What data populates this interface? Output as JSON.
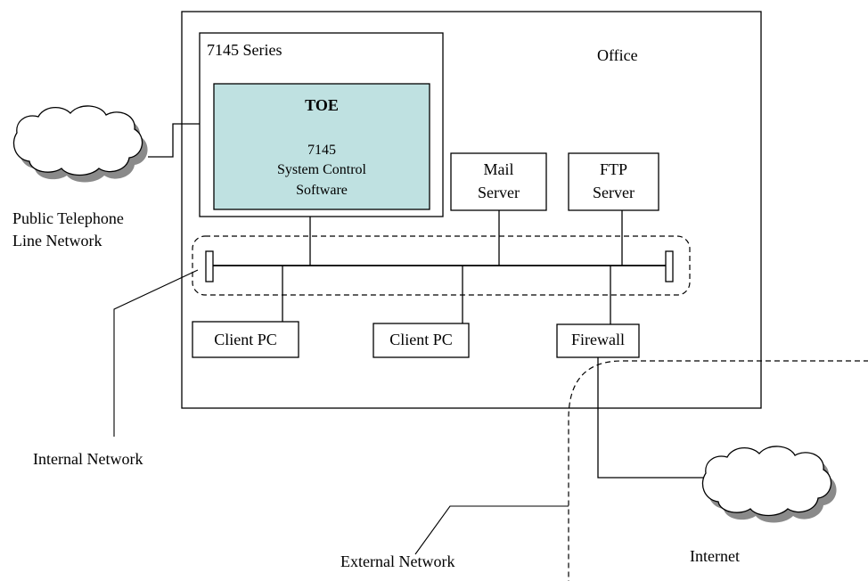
{
  "diagram": {
    "office_label": "Office",
    "series_label": "7145 Series",
    "toe": {
      "title": "TOE",
      "line1": "7145",
      "line2": "System Control",
      "line3": "Software"
    },
    "mail_server": {
      "line1": "Mail",
      "line2": "Server"
    },
    "ftp_server": {
      "line1": "FTP",
      "line2": "Server"
    },
    "client_pc_1": "Client PC",
    "client_pc_2": "Client PC",
    "firewall": "Firewall",
    "public_network": {
      "line1": "Public Telephone",
      "line2": "Line Network"
    },
    "internal_network": "Internal Network",
    "external_network": "External Network",
    "internet": "Internet",
    "colors": {
      "toe_fill": "#bfe1e1",
      "line": "#000000",
      "cloud_shadow": "#8a8a8a"
    }
  }
}
